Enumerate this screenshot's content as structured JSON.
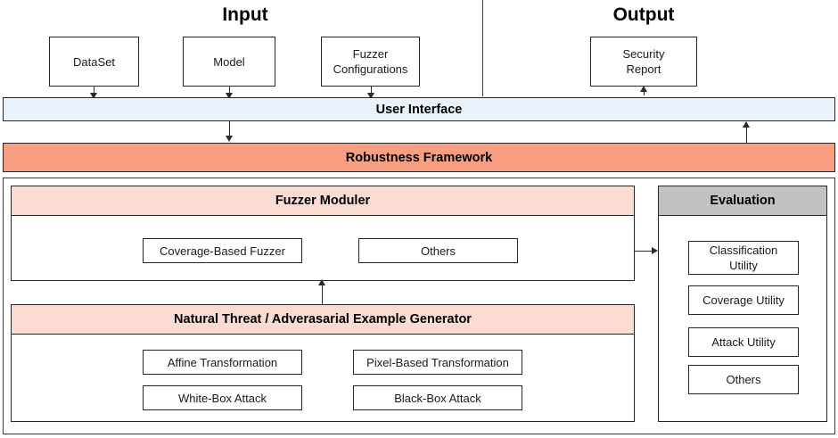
{
  "diagram": {
    "sections": {
      "input_title": "Input",
      "output_title": "Output"
    },
    "input_nodes": [
      {
        "label": "DataSet"
      },
      {
        "label": "Model"
      },
      {
        "label": "Fuzzer\nConfigurations"
      }
    ],
    "output_nodes": [
      {
        "label": "Security\nReport"
      }
    ],
    "banners": {
      "user_interface": "User Interface",
      "robustness_framework": "Robustness Framework"
    },
    "fuzzer_panel": {
      "header": "Fuzzer Moduler",
      "items": [
        {
          "label": "Coverage-Based Fuzzer"
        },
        {
          "label": "Others"
        }
      ]
    },
    "generator_panel": {
      "header": "Natural Threat / Adverasarial Example Generator",
      "items": [
        {
          "label": "Affine Transformation"
        },
        {
          "label": "Pixel-Based Transformation"
        },
        {
          "label": "White-Box Attack"
        },
        {
          "label": "Black-Box Attack"
        }
      ]
    },
    "evaluation_panel": {
      "header": "Evaluation",
      "items": [
        {
          "label": "Classification\nUtility"
        },
        {
          "label": "Coverage Utility"
        },
        {
          "label": "Attack Utility"
        },
        {
          "label": "Others"
        }
      ]
    },
    "colors": {
      "user_interface_bg": "#e9f1fb",
      "robustness_framework_bg": "#fa9e81",
      "panel_header_pink": "#fbdcd2",
      "evaluation_header_gray": "#c2c2c2",
      "border": "#262626",
      "connector": "#2b2b2b",
      "background": "#ffffff"
    }
  }
}
